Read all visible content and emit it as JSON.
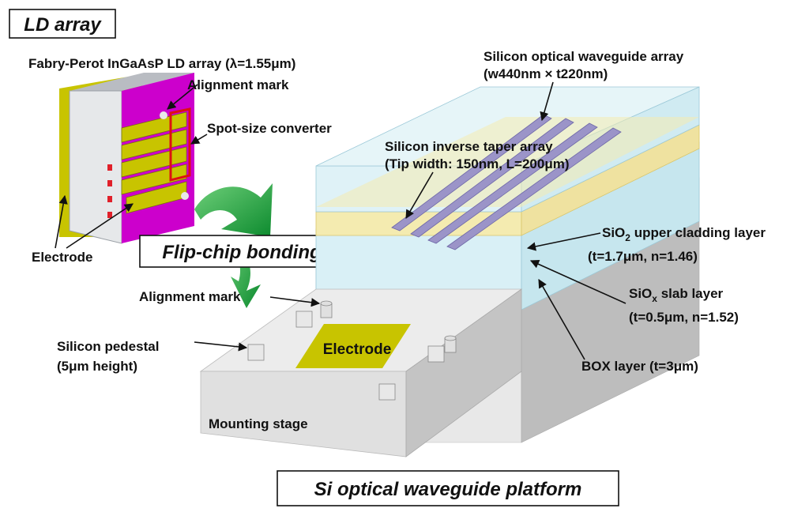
{
  "titles": {
    "ld_array": "LD array",
    "flip_chip": "Flip-chip bonding",
    "platform": "Si optical waveguide platform"
  },
  "labels": {
    "ld_array_full": "Fabry-Perot InGaAsP LD array (λ=1.55μm)",
    "alignment_mark_top": "Alignment mark",
    "spot_size_converter": "Spot-size converter",
    "electrode_left": "Electrode",
    "waveguide_array_line1": "Silicon optical waveguide array",
    "waveguide_array_line2": "(w440nm × t220nm)",
    "taper_line1": "Silicon inverse taper array",
    "taper_line2": "(Tip width: 150nm, L=200μm)",
    "upper_cladding_prefix": "SiO",
    "upper_cladding_sub": "2",
    "upper_cladding_suffix": " upper cladding layer",
    "upper_cladding_params": "(t=1.7μm, n=1.46)",
    "slab_prefix": "SiO",
    "slab_sub": "x",
    "slab_suffix": " slab layer",
    "slab_params": "(t=0.5μm, n=1.52)",
    "box_layer": "BOX layer (t=3μm)",
    "alignment_mark_bottom": "Alignment mark",
    "pedestal_line1": "Silicon pedestal",
    "pedestal_line2": "(5μm height)",
    "electrode_center": "Electrode",
    "mounting_stage": "Mounting stage"
  },
  "colors": {
    "electrode_yellow": "#c8c400",
    "pad_magenta": "#cc00cc",
    "converter_red": "#dd1111",
    "waveguide_purple": "#9b94c8",
    "cladding_cyan": "#d9f0f6",
    "slab_yellow": "#f4ebb0",
    "box_gray": "#e4e4e4",
    "arrow_green": "#1aa03a"
  }
}
